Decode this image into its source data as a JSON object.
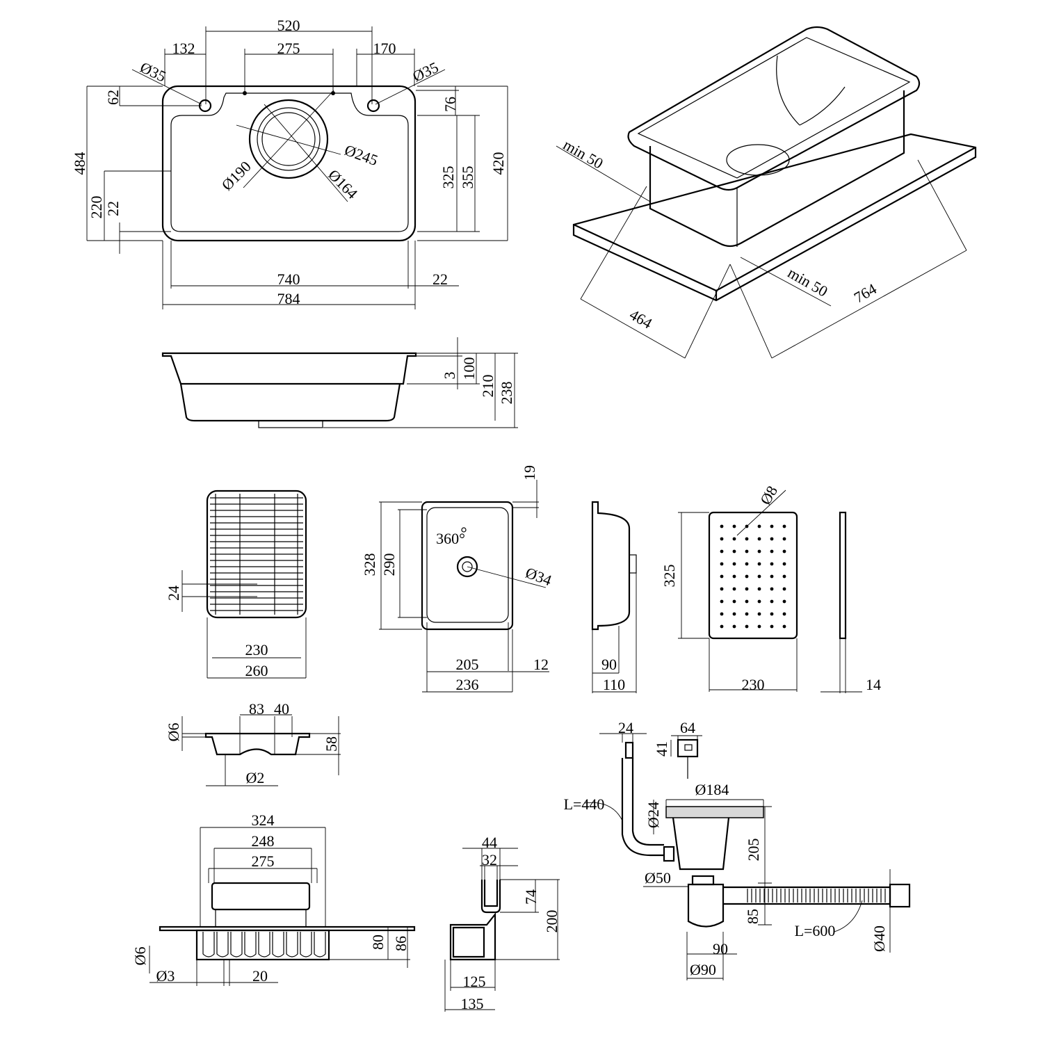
{
  "title": "Sink technical drawing",
  "top_view": {
    "labels": [
      "520",
      "132",
      "275",
      "170",
      "Ø35",
      "Ø35",
      "62",
      "76",
      "484",
      "420",
      "325",
      "355",
      "220",
      "22",
      "Ø245",
      "Ø190",
      "Ø164",
      "740",
      "22",
      "784"
    ]
  },
  "iso_view": {
    "labels": [
      "min 50",
      "min 50",
      "464",
      "764"
    ]
  },
  "side_view": {
    "labels": [
      "3",
      "100",
      "210",
      "238"
    ]
  },
  "grid": {
    "labels": [
      "24",
      "230",
      "260"
    ]
  },
  "small_bowl": {
    "labels": [
      "19",
      "328",
      "290",
      "360°",
      "Ø34",
      "205",
      "12",
      "236"
    ]
  },
  "small_bowl_side": {
    "labels": [
      "90",
      "110"
    ]
  },
  "colander": {
    "labels": [
      "Ø8",
      "325",
      "230",
      "14"
    ]
  },
  "tray": {
    "labels": [
      "Ø6",
      "83",
      "40",
      "58",
      "Ø2"
    ]
  },
  "rack": {
    "labels": [
      "324",
      "248",
      "275",
      "Ø6",
      "Ø3",
      "20",
      "80",
      "86"
    ]
  },
  "bracket": {
    "labels": [
      "44",
      "32",
      "74",
      "200",
      "125",
      "135"
    ]
  },
  "drain": {
    "labels": [
      "24",
      "64",
      "41",
      "L=440",
      "Ø184",
      "Ø24",
      "205",
      "Ø50",
      "85",
      "L=600",
      "Ø40",
      "90",
      "Ø90"
    ]
  }
}
